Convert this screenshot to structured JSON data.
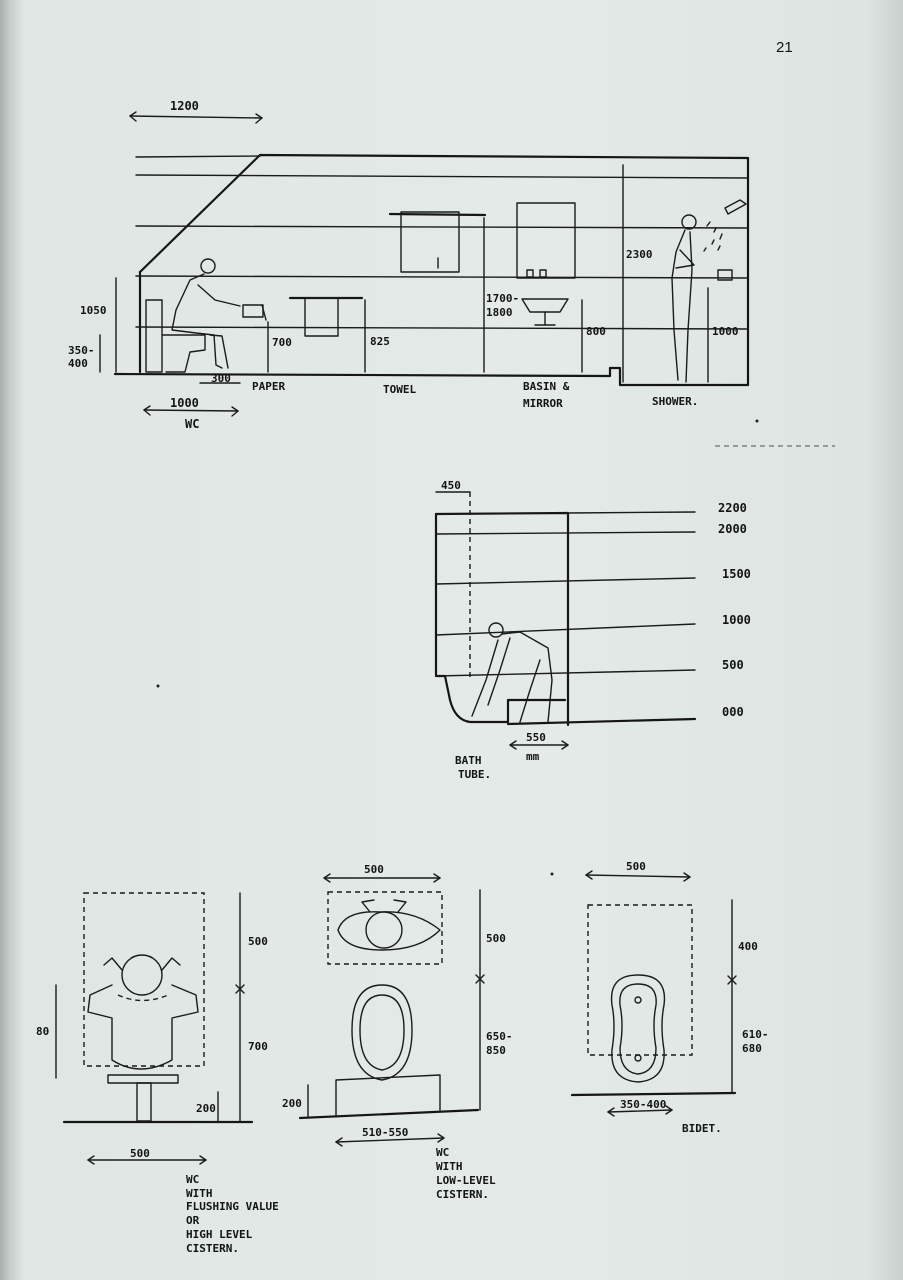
{
  "page_number": "21",
  "section_top": {
    "dim_1200": "1200",
    "dim_1050": "1050",
    "dim_350": "350-",
    "dim_400": "400",
    "dim_300": "300",
    "dim_700": "700",
    "dim_825": "825",
    "dim_1700": "1700-",
    "dim_1800": "1800",
    "dim_800": "800",
    "dim_2300": "2300",
    "dim_1000s": "1000",
    "dim_1000wc": "1000",
    "label_paper": "PAPER",
    "label_towel": "TOWEL",
    "label_basin_1": "BASIN &",
    "label_basin_2": "MIRROR",
    "label_shower": "SHOWER.",
    "label_wc": "WC"
  },
  "section_bath": {
    "dim_450": "450",
    "levels": [
      "2200",
      "2000",
      "1500",
      "1000",
      "500",
      "000"
    ],
    "dim_550": "550",
    "dim_mm": "mm",
    "label_bath_1": "BATH",
    "label_bath_2": "TUBE."
  },
  "section_plans": {
    "p1": {
      "dim_500": "500",
      "dim_700": "700",
      "dim_200": "200",
      "dim_side": "80",
      "dim_width": "500",
      "label": [
        "WC",
        "WITH",
        "FLUSHING VALUE",
        "OR",
        "HIGH LEVEL",
        "CISTERN."
      ]
    },
    "p2": {
      "dim_top": "500",
      "dim_500": "500",
      "dim_650a": "650-",
      "dim_650b": "850",
      "dim_200": "200",
      "dim_width": "510-550",
      "label": [
        "WC",
        "WITH",
        "LOW-LEVEL",
        "CISTERN."
      ]
    },
    "p3": {
      "dim_top": "500",
      "dim_400": "400",
      "dim_610a": "610-",
      "dim_610b": "680",
      "dim_width": "350-400",
      "label": "BIDET."
    }
  }
}
